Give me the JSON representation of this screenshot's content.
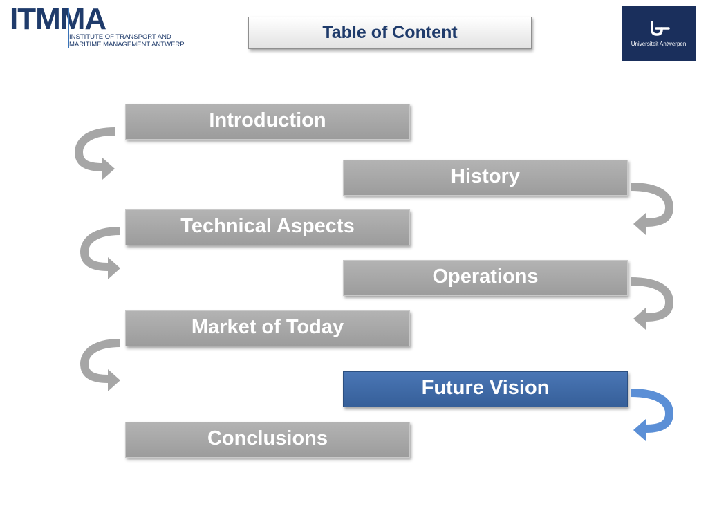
{
  "header": {
    "org_abbr": "ITMMA",
    "org_line1": "INSTITUTE OF TRANSPORT AND",
    "org_line2": "MARITIME MANAGEMENT ANTWERP",
    "title": "Table of Content",
    "university": "Universiteit Antwerpen"
  },
  "toc": {
    "items": [
      {
        "label": "Introduction"
      },
      {
        "label": "History"
      },
      {
        "label": "Technical Aspects"
      },
      {
        "label": "Operations"
      },
      {
        "label": "Market of Today"
      },
      {
        "label": "Future Vision",
        "active": true
      },
      {
        "label": "Conclusions"
      }
    ]
  },
  "colors": {
    "item_bg": "#a6a6a6",
    "active_bg": "#3f6ba8",
    "arrow_gray": "#a6a6a6",
    "arrow_active": "#5b8fd6",
    "title_text": "#1f3b6b",
    "university_bg": "#1a2f5c"
  }
}
